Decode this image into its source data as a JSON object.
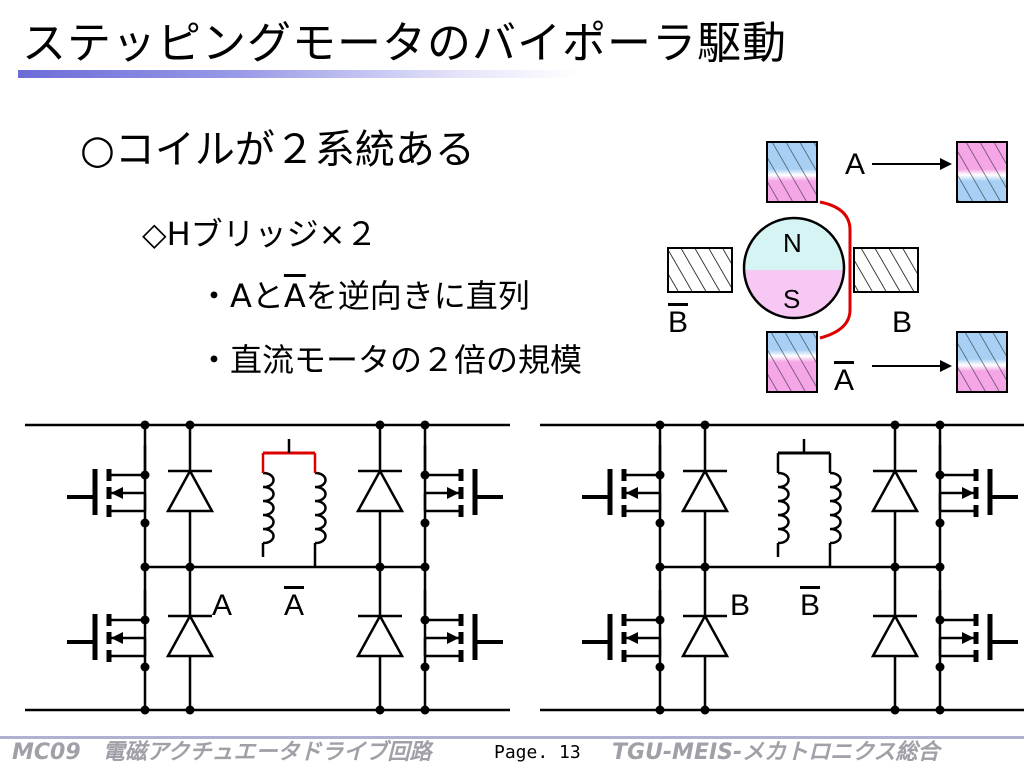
{
  "slide": {
    "title": "ステッピングモータのバイポーラ駆動",
    "heading": "○コイルが２系統ある",
    "sub_bullet": "◇Hブリッジ×２",
    "bullet1_pre": "・Aと",
    "bullet1_over": "A",
    "bullet1_post": "を逆向きに直列",
    "bullet2": "・直流モータの２倍の規模"
  },
  "motor_diagram": {
    "label_A": "A",
    "label_A_bar": "A",
    "label_B": "B",
    "label_B_bar": "B",
    "rotor_north": "N",
    "rotor_south": "S",
    "colors": {
      "pink": "#f4a6e6",
      "blue": "#a8d0f4",
      "rotor_top": "#d6f4f4",
      "rotor_bottom": "#f8c8f4",
      "link": "#dd0000"
    }
  },
  "circuit": {
    "left_labels": [
      "A",
      "A"
    ],
    "right_labels": [
      "B",
      "B"
    ]
  },
  "footer": {
    "left": "MC09　電磁アクチュエータドライブ回路",
    "page": "Page. 13",
    "right": "TGU-MEIS-メカトロニクス総合"
  }
}
